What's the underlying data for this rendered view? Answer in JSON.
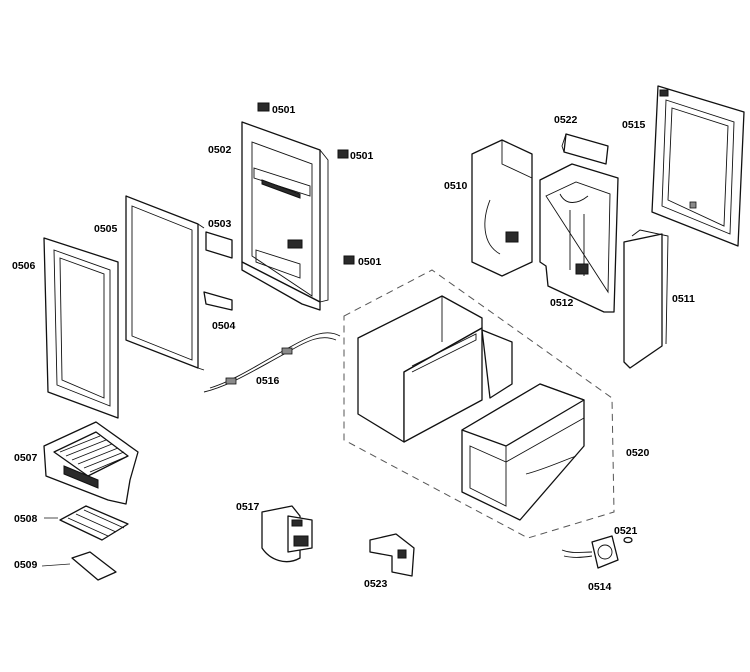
{
  "labels": {
    "p0501a": "0501",
    "p0501b": "0501",
    "p0501c": "0501",
    "p0502": "0502",
    "p0503": "0503",
    "p0504": "0504",
    "p0505": "0505",
    "p0506": "0506",
    "p0507": "0507",
    "p0508": "0508",
    "p0509": "0509",
    "p0510": "0510",
    "p0511": "0511",
    "p0512": "0512",
    "p0514": "0514",
    "p0515": "0515",
    "p0516": "0516",
    "p0517": "0517",
    "p0520": "0520",
    "p0521": "0521",
    "p0522": "0522",
    "p0523": "0523"
  }
}
